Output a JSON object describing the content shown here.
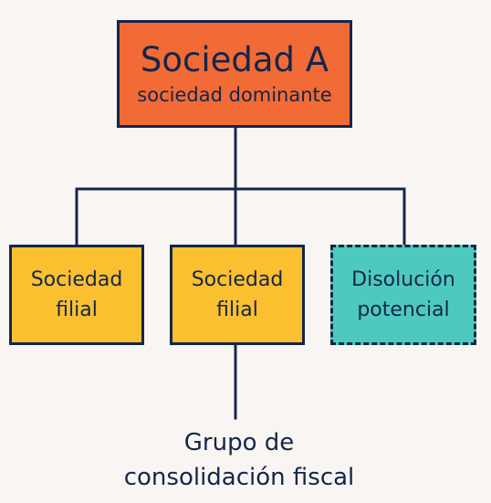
{
  "parent": {
    "title": "Sociedad A",
    "subtitle": "sociedad dominante",
    "color": "#f26a35"
  },
  "children": [
    {
      "line1": "Sociedad",
      "line2": "filial",
      "color": "#fbc030",
      "border": "solid"
    },
    {
      "line1": "Sociedad",
      "line2": "filial",
      "color": "#fbc030",
      "border": "solid"
    },
    {
      "line1": "Disolución",
      "line2": "potencial",
      "color": "#4ec9be",
      "border": "dashed"
    }
  ],
  "group_label": {
    "line1": "Grupo de",
    "line2": "consolidación fiscal"
  },
  "colors": {
    "line": "#14264a",
    "background": "#f8f5f2"
  }
}
